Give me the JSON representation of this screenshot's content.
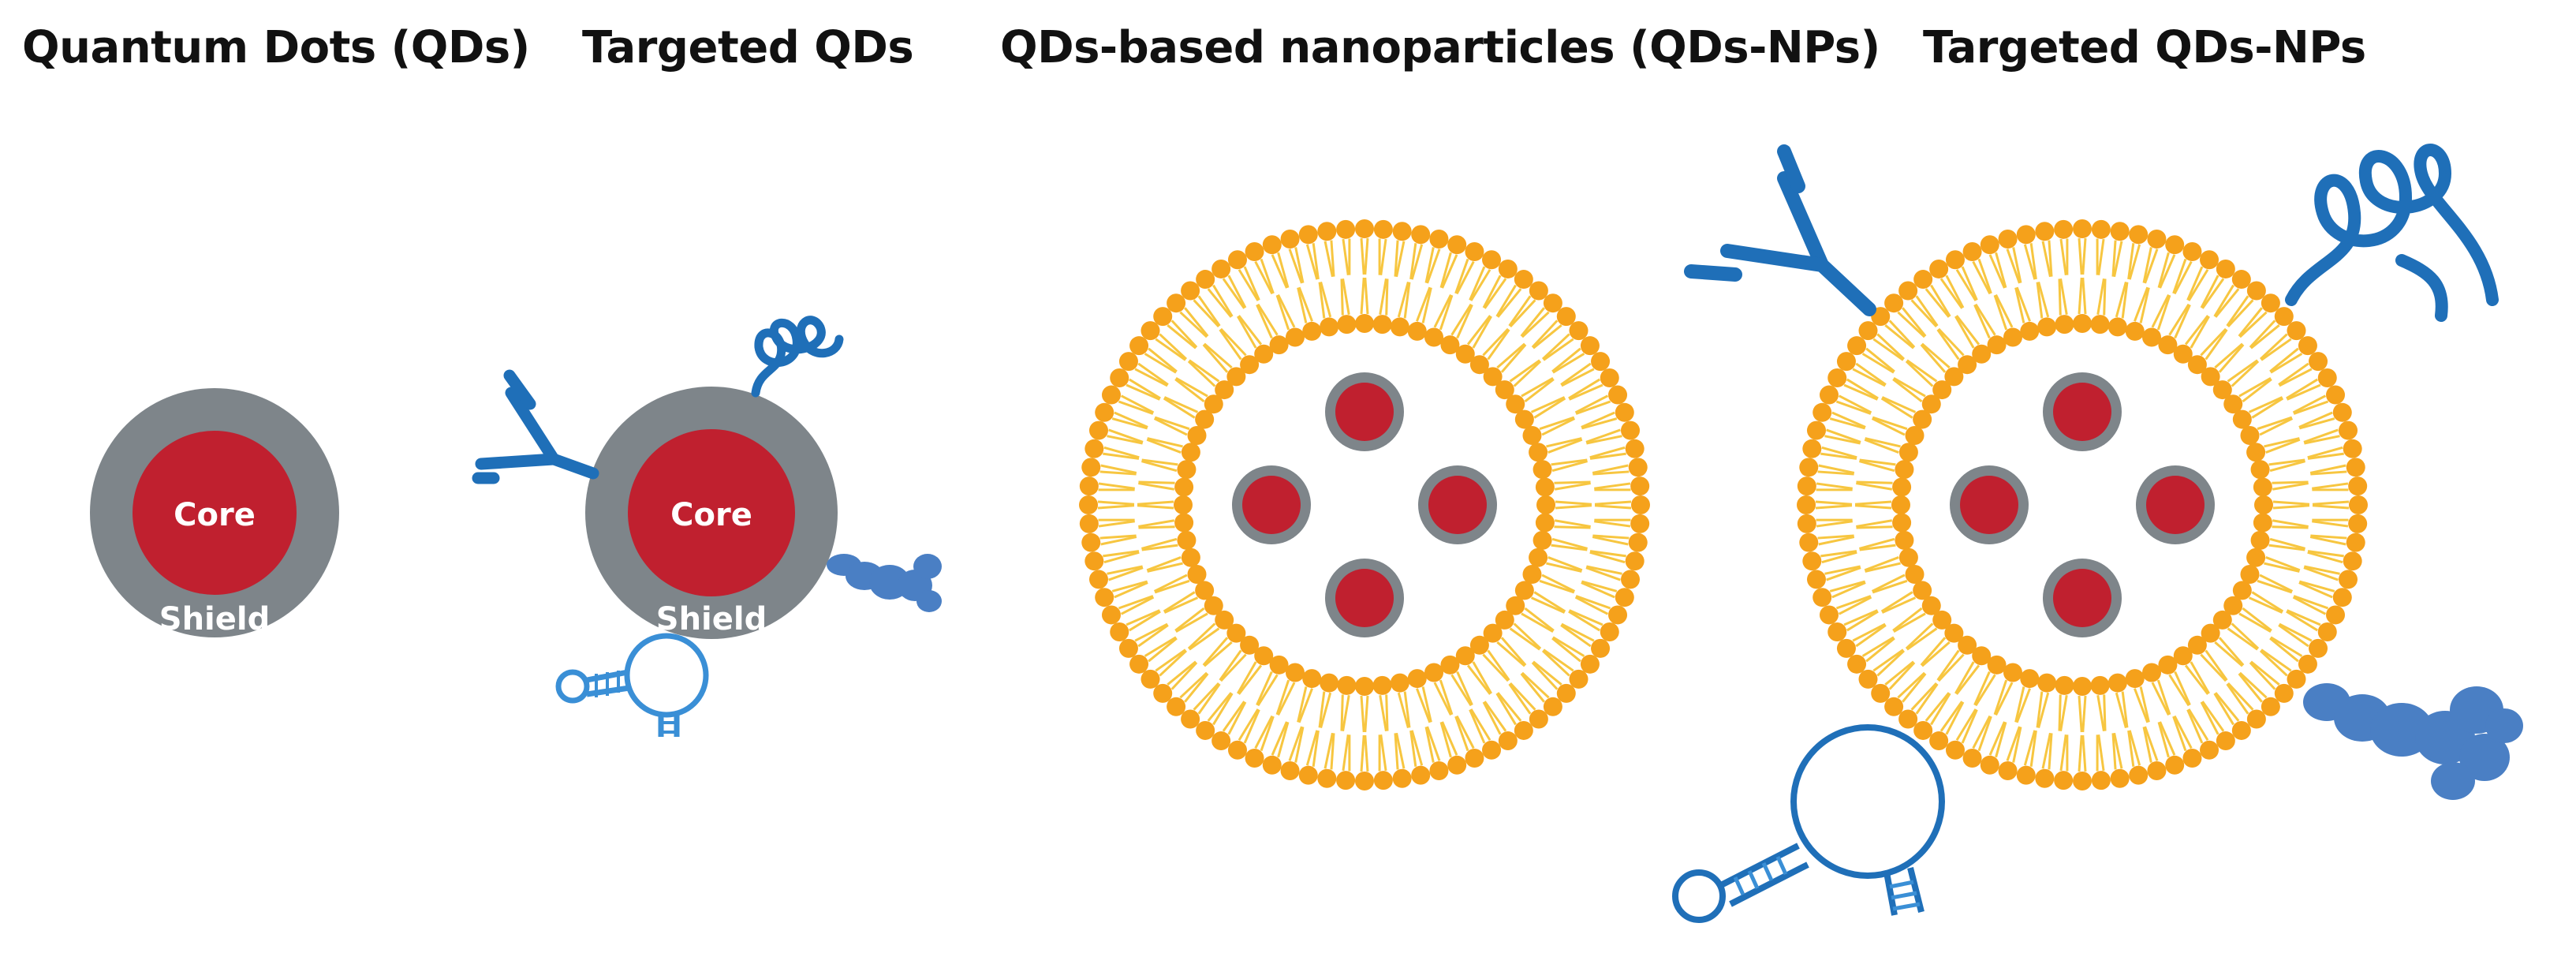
{
  "titles": {
    "qds": "Quantum Dots (QDs)",
    "targeted_qds": "Targeted QDs",
    "qds_nps": "QDs-based nanoparticles (QDs-NPs)",
    "targeted_qds_nps": "Targeted QDs-NPs"
  },
  "labels": {
    "core": "Core",
    "shield": "Shield"
  },
  "colors": {
    "core": "#C0202F",
    "shield": "#7E858A",
    "lipid_head": "#F5A11B",
    "lipid_tail": "#F7C640",
    "ligand_blue": "#1F6FB8",
    "ligand_light": "#3A8FD6",
    "protein": "#4A7FC4"
  }
}
